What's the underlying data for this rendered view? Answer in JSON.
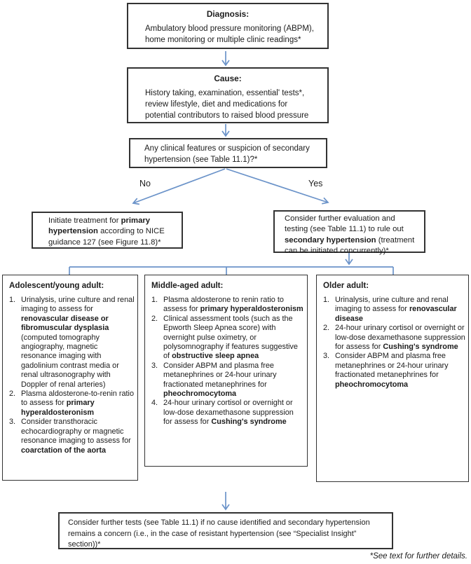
{
  "colors": {
    "arrow": "#6b93c9",
    "border": "#333333",
    "text": "#1c1c1c",
    "bg": "#ffffff"
  },
  "diagnosis_box": {
    "title": "Diagnosis:",
    "body": "Ambulatory blood pressure monitoring (ABPM),\nhome monitoring or multiple clinic readings*"
  },
  "cause_box": {
    "title": "Cause:",
    "body": "History taking, examination, essential' tests*,\nreview lifestyle, diet and medications for\npotential contributors to raised blood pressure"
  },
  "question_box": {
    "text": "Any clinical features or suspicion of secondary\nhypertension (see Table 11.1)?*"
  },
  "branch_labels": {
    "no": "No",
    "yes": "Yes"
  },
  "primary_box": {
    "segments": [
      {
        "t": "Initiate treatment for "
      },
      {
        "t": "primary\nhypertension",
        "b": true
      },
      {
        "t": " according to NICE\nguidance 127 (see Figure 11.8)*"
      }
    ]
  },
  "secondary_box": {
    "segments": [
      {
        "t": "Consider further evaluation and\ntesting (see Table 11.1) to rule out\n"
      },
      {
        "t": "secondary hypertension",
        "b": true
      },
      {
        "t": " (treatment\ncan be initiated concurrently)*"
      }
    ]
  },
  "columns": [
    {
      "title": "Adolescent/young adult:",
      "items": [
        [
          {
            "t": "Urinalysis, urine culture and renal imaging to assess for "
          },
          {
            "t": "renovascular disease or fibromuscular dysplasia",
            "b": true
          },
          {
            "t": " (computed tomography angiography, magnetic resonance imaging with gadolinium contrast media or renal ultrasonography with Doppler of renal arteries)"
          }
        ],
        [
          {
            "t": "Plasma aldosterone-to-renin ratio to assess for "
          },
          {
            "t": "primary hyperaldosteronism",
            "b": true
          }
        ],
        [
          {
            "t": "Consider transthoracic echocardiography or magnetic resonance imaging to assess for "
          },
          {
            "t": "coarctation of the aorta",
            "b": true
          }
        ]
      ]
    },
    {
      "title": "Middle-aged adult:",
      "items": [
        [
          {
            "t": "Plasma aldosterone to renin ratio to assess for "
          },
          {
            "t": "primary hyperaldosteronism",
            "b": true
          }
        ],
        [
          {
            "t": "Clinical assessment tools (such as the Epworth Sleep Apnea score) with overnight pulse oximetry, or polysomnography if features suggestive of "
          },
          {
            "t": "obstructive sleep apnea",
            "b": true
          }
        ],
        [
          {
            "t": "Consider ABPM and plasma free metanephrines or 24-hour urinary fractionated metanephrines for "
          },
          {
            "t": "pheochromocytoma",
            "b": true
          }
        ],
        [
          {
            "t": "24-hour urinary cortisol or overnight or low-dose dexamethasone suppression for assess for "
          },
          {
            "t": "Cushing's syndrome",
            "b": true
          }
        ]
      ]
    },
    {
      "title": "Older adult:",
      "items": [
        [
          {
            "t": "Urinalysis, urine culture and renal imaging to assess for "
          },
          {
            "t": "renovascular disease",
            "b": true
          }
        ],
        [
          {
            "t": "24-hour urinary cortisol or overnight or low-dose dexamethasone suppression for assess for "
          },
          {
            "t": "Cushing's\nsyndrome",
            "b": true
          }
        ],
        [
          {
            "t": "Consider ABPM and plasma free metanephrines or 24-hour urinary fractionated metanephrines for "
          },
          {
            "t": "pheochromocytoma",
            "b": true
          }
        ]
      ]
    }
  ],
  "followup_box": {
    "segments": [
      {
        "t": "Consider further tests (see Table 11.1) if no cause identified and secondary hypertension\nremains a concern (i.e., in the case of resistant hypertension (see “Specialist Insight”\nsection))*"
      }
    ]
  },
  "footnote": "*See text for further details."
}
